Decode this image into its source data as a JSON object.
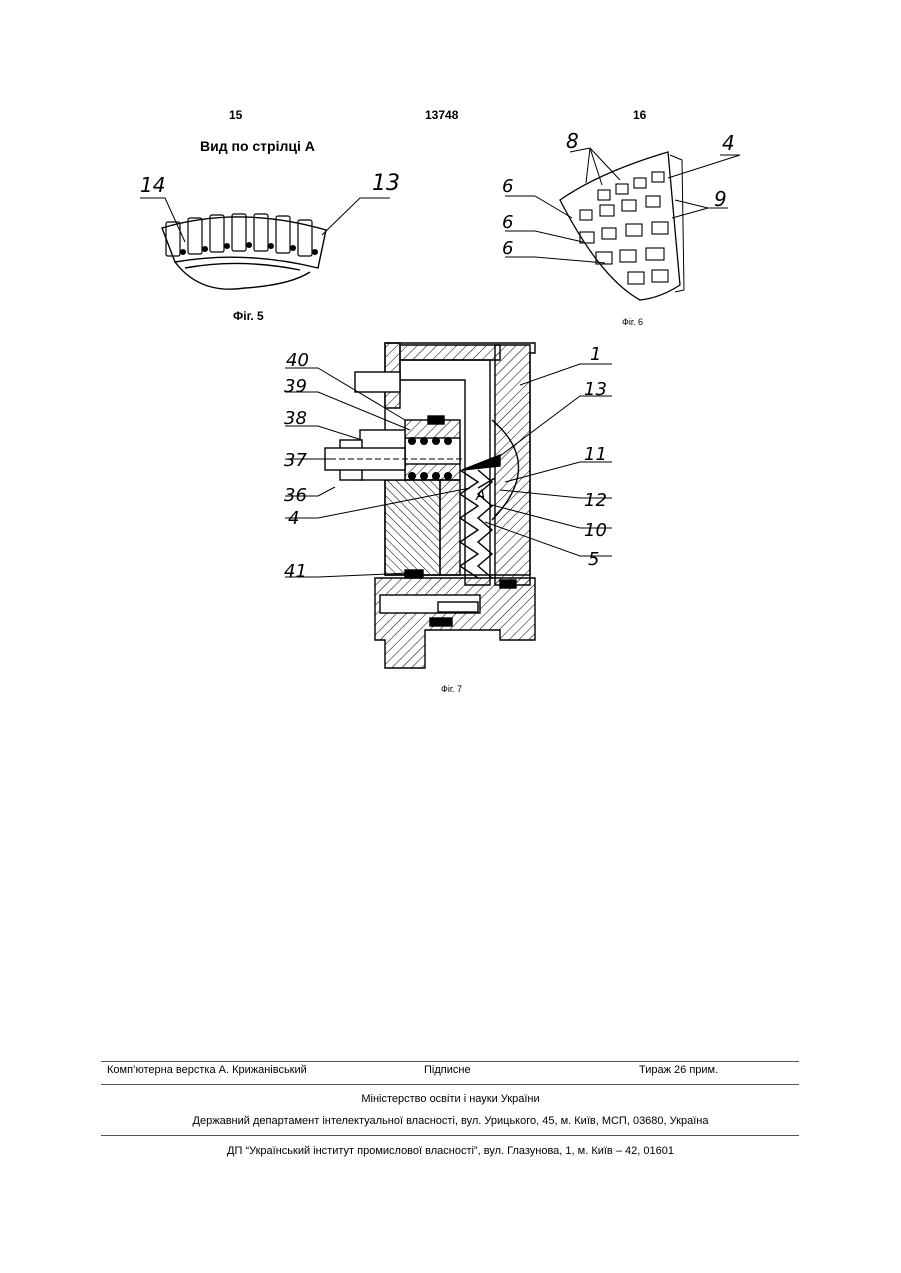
{
  "header": {
    "page_left": "15",
    "doc_number": "13748",
    "page_right": "16"
  },
  "fig5": {
    "title": "Вид по стрілці А",
    "caption": "Фіг. 5",
    "labels": [
      "14",
      "13"
    ]
  },
  "fig6": {
    "caption": "Фіг. 6",
    "labels": [
      "8",
      "4",
      "6",
      "6",
      "6",
      "9"
    ]
  },
  "fig7": {
    "caption": "Фіг. 7",
    "labels": [
      "40",
      "39",
      "38",
      "37",
      "36",
      "4",
      "41",
      "1",
      "13",
      "11",
      "12",
      "10",
      "5",
      "A"
    ]
  },
  "footer": {
    "layout": "Комп’ютерна верстка А. Крижанівський",
    "signed": "Підписне",
    "print_run": "Тираж 26 прим.",
    "ministry": "Міністерство освіти і науки України",
    "department": "Державний департамент інтелектуальної власності, вул. Урицького, 45, м. Київ, МСП, 03680, Україна",
    "institute": "ДП “Український інститут промислової власності”, вул. Глазунова, 1, м. Київ – 42, 01601"
  }
}
